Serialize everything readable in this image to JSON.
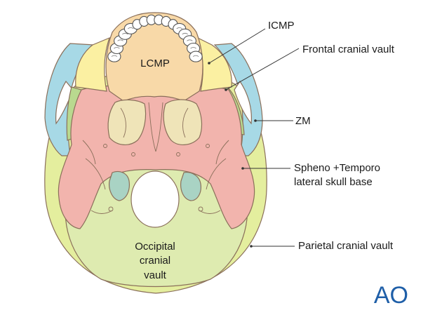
{
  "labels": {
    "icmp": "ICMP",
    "frontal": "Frontal cranial vault",
    "zm": "ZM",
    "spheno_line1": "Spheno +Temporo",
    "spheno_line2": "lateral skull base",
    "parietal": "Parietal cranial vault",
    "lcmp": "LCMP",
    "occipital_line1": "Occipital",
    "occipital_line2": "cranial",
    "occipital_line3": "vault"
  },
  "logo": {
    "text": "AO",
    "color": "#1f5fa8"
  },
  "colors": {
    "lcmp": "#f8d9a8",
    "icmp": "#fbf0a2",
    "zm": "#a7d9e6",
    "frontal": "#b9d98f",
    "spheno_temporal": "#f2b4ad",
    "parietal": "#e4ee9e",
    "occipital": "#deebb0",
    "teeth": "#ffffff",
    "outline": "#8a6f5a"
  }
}
